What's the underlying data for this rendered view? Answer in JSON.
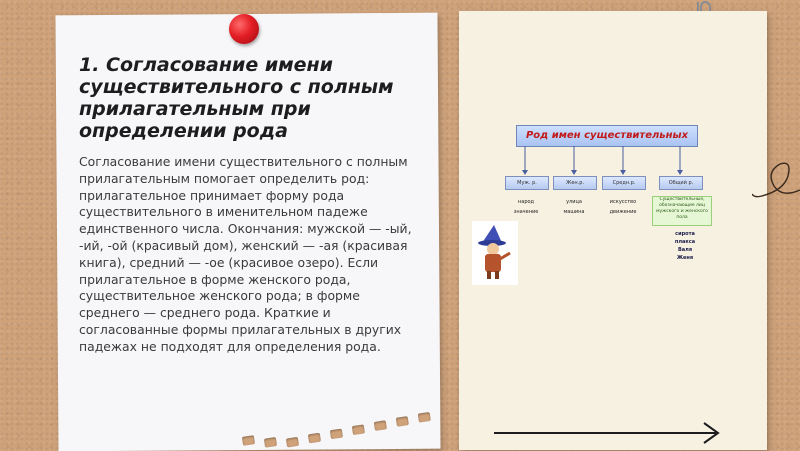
{
  "slide": {
    "title": "1. Согласование имени существительного с полным прилагательным при определении рода",
    "body": "Согласование имени существительного с полным прилагательным помогает определить род: прилагательное принимает форму рода существительного в именительном падеже единственного числа. Окончания: мужской — -ый, -ий, -ой (красивый дом), женский — -ая (красивая книга), средний — -ое (красивое озеро). Если прилагательное в форме женского рода, существительное женского рода; в форме среднего — среднего рода. Краткие и согласованные формы прилагательных в других падежах не подходят для определения рода."
  },
  "diagram": {
    "title": "Род имен существительных",
    "categories": [
      "Муж. р.",
      "Жен.р.",
      "Средн.р.",
      "Общий р."
    ],
    "words_row1": [
      "народ",
      "улица",
      "искусство"
    ],
    "words_row2": [
      "значение",
      "машина",
      "движение"
    ],
    "common_note": "Существительные, обозначающие лиц мужского и женского пола",
    "names": [
      "сирота",
      "плакса",
      "Валя",
      "Женя"
    ]
  },
  "colors": {
    "pin": "#e31d24",
    "cork": "#cfa27a",
    "diagram_title": "#c11a1a"
  }
}
